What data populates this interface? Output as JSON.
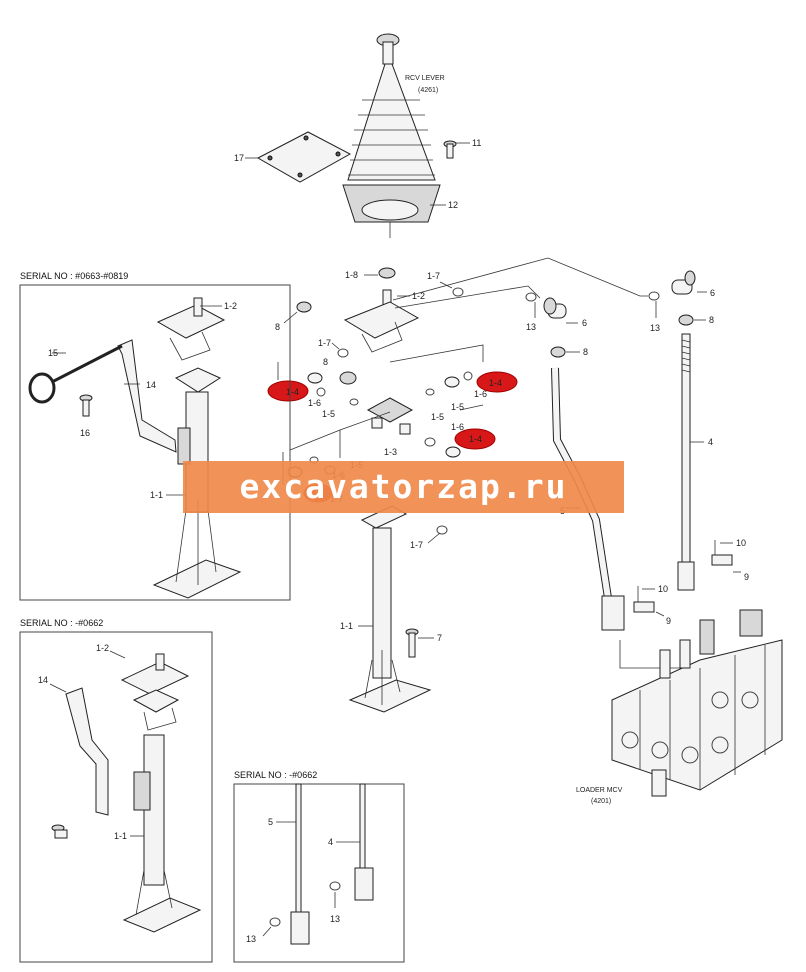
{
  "watermark": {
    "text": "excavatorzap.ru",
    "band_color": "#f08a4b"
  },
  "highlight_color": "#d81818",
  "titles": {
    "rcv_lever": "RCV LEVER",
    "rcv_code": "(4261)",
    "loader_mcv": "LOADER MCV",
    "loader_code": "(4201)"
  },
  "serials": {
    "box1": "SERIAL NO : #0663-#0819",
    "box2": "SERIAL NO : -#0662",
    "box3": "SERIAL NO : -#0662"
  },
  "labels": {
    "l17": "17",
    "l11": "11",
    "l12": "12",
    "l18": "1-8",
    "l17b": "1-7",
    "l12b": "1-2",
    "l8a": "8",
    "l17c": "1-7",
    "l8b": "8",
    "l14a": "1-4",
    "l16a": "1-6",
    "l15a": "1-5",
    "l14b": "1-4",
    "l16b": "1-6",
    "l15b": "1-5",
    "l15c": "1-5",
    "l16c": "1-6",
    "l14c": "1-4",
    "l13c": "1-3",
    "l16d": "1-6",
    "l15d": "1-5",
    "l17d": "1-7",
    "l17e": "1-7",
    "l11a": "1-1",
    "l7": "7",
    "l6a": "6",
    "l13a": "13",
    "l6b": "6",
    "l13b": "13",
    "l8c": "8",
    "l8d": "8",
    "l4": "4",
    "l5": "5",
    "l10a": "10",
    "l9a": "9",
    "l10b": "10",
    "l9b": "9",
    "b1_12": "1-2",
    "b1_15": "15",
    "b1_14": "14",
    "b1_16": "16",
    "b1_11": "1-1",
    "b2_12": "1-2",
    "b2_14": "14",
    "b2_11": "1-1",
    "b3_5": "5",
    "b3_4": "4",
    "b3_13a": "13",
    "b3_13b": "13"
  }
}
